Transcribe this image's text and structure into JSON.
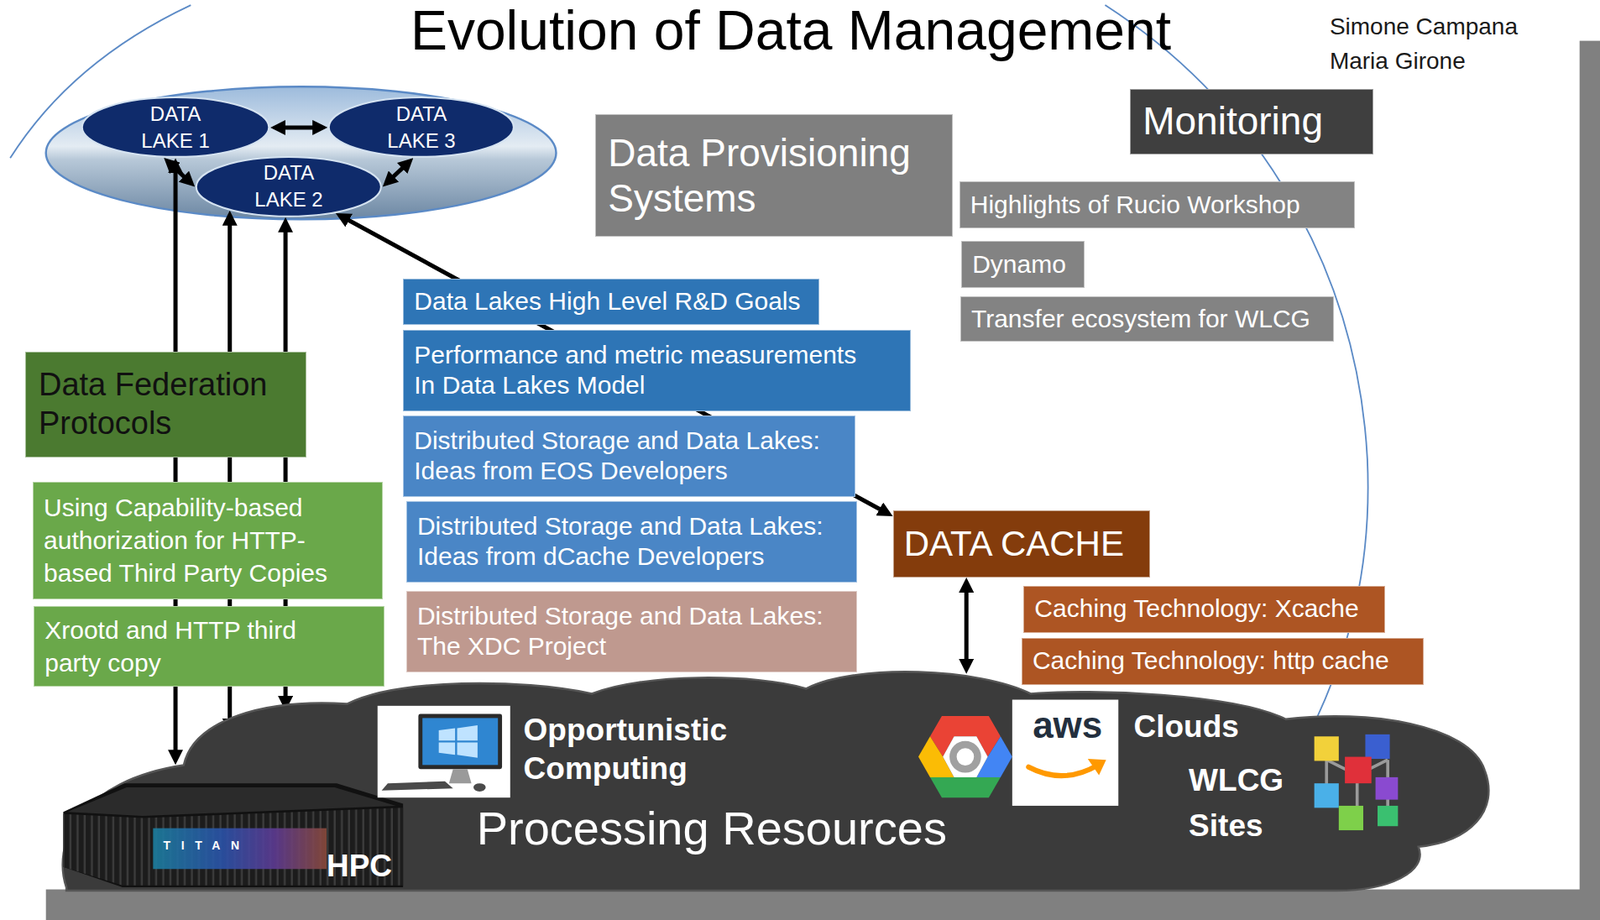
{
  "diagram": {
    "title": "Evolution of Data Management",
    "nodes": [
      {
        "text": [
          "DATA LAKE 1"
        ]
      },
      {
        "text": [
          "DATA LAKE 3"
        ]
      },
      {
        "text": [
          "DATA LAKE 2"
        ]
      },
      {
        "text": [
          "Monitoring"
        ]
      },
      {
        "text": [
          "Data Provisioning Systems"
        ]
      },
      {
        "text": [
          "Highlights of Rucio Workshop"
        ]
      },
      {
        "text": [
          "Dynamo"
        ]
      },
      {
        "text": [
          "Data Lakes High Level R&D Goals"
        ]
      },
      {
        "text": [
          "Transfer ecosystem for WLCG"
        ]
      },
      {
        "text": [
          "Performance and metric measurements In Data Lakes Model"
        ]
      },
      {
        "text": [
          "Data Federation Protocols"
        ]
      },
      {
        "text": [
          "Distributed Storage and Data Lakes: Ideas from EOS Developers"
        ]
      },
      {
        "text": [
          "Using Capability-based authorization for HTTP-based Third Party Copies"
        ]
      },
      {
        "text": [
          "Distributed Storage and Data Lakes: Ideas from dCache Developers"
        ]
      },
      {
        "text": [
          "DATA CACHE"
        ]
      },
      {
        "text": [
          "Caching Technology: Xcache"
        ]
      },
      {
        "text": [
          "Xrootd and HTTP third party copy"
        ]
      },
      {
        "text": [
          "Distributed Storage and Data Lakes: The XDC Project"
        ]
      },
      {
        "text": [
          "Caching Technology: http cache"
        ]
      },
      {
        "text": [
          "Opportunistic Computing",
          "Clouds",
          "WLCG Sites",
          "Processing Resources",
          "HPC"
        ]
      }
    ],
    "edges": [
      {
        "from": 0,
        "to": 1,
        "arrow": "both"
      },
      {
        "from": 0,
        "to": 2,
        "arrow": "both"
      },
      {
        "from": 2,
        "to": 1,
        "arrow": "both"
      },
      {
        "from": 19,
        "to": 0,
        "arrow": "both"
      },
      {
        "from": 19,
        "to": 2,
        "arrow": "both"
      },
      {
        "from": 19,
        "to": 2,
        "arrow": "both"
      },
      {
        "from": 14,
        "to": 2,
        "arrow": "both"
      },
      {
        "from": 14,
        "to": 19,
        "arrow": "both"
      }
    ],
    "labels": [
      "Simone Campana",
      "Maria Girone",
      "aws",
      "TITAN"
    ]
  }
}
